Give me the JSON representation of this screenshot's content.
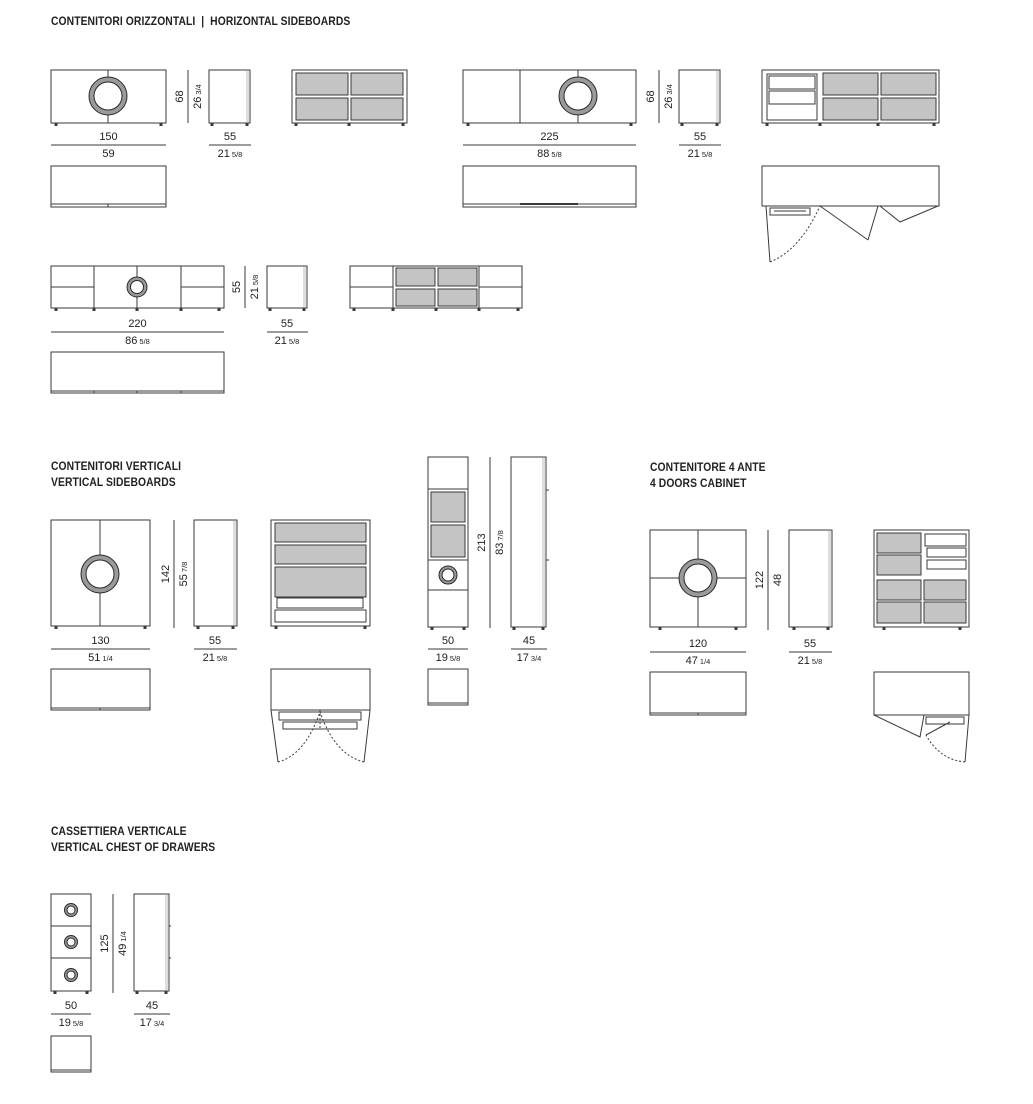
{
  "colors": {
    "line": "#3a3a3a",
    "panel_fill": "#c4c4c4",
    "ring_fill": "#9a9a9a",
    "background": "#ffffff"
  },
  "sections": {
    "horizontal": {
      "title_it": "CONTENITORI ORIZZONTALI",
      "separator": "|",
      "title_en": "HORIZONTAL SIDEBOARDS"
    },
    "vertical": {
      "title_it": "CONTENITORI VERTICALI",
      "title_en": "VERTICAL SIDEBOARDS"
    },
    "four_doors": {
      "title_it": "CONTENITORE 4 ANTE",
      "title_en": "4 DOORS CABINET"
    },
    "chest": {
      "title_it": "CASSETTIERA VERTICALE",
      "title_en": "VERTICAL CHEST OF DRAWERS"
    }
  },
  "dimensions": {
    "h150": {
      "width_cm": "150",
      "width_in": "59",
      "height_cm": "68",
      "height_in": "26 3/4",
      "depth_cm": "55",
      "depth_in": "21 5/8"
    },
    "h225": {
      "width_cm": "225",
      "width_in": "88 5/8",
      "height_cm": "68",
      "height_in": "26 3/4",
      "depth_cm": "55",
      "depth_in": "21 5/8"
    },
    "h220": {
      "width_cm": "220",
      "width_in": "86 5/8",
      "height_cm": "55",
      "height_in": "21 5/8",
      "depth_cm": "55",
      "depth_in": "21 5/8"
    },
    "v130": {
      "width_cm": "130",
      "width_in": "51 1/4",
      "height_cm": "142",
      "height_in": "55 7/8",
      "depth_cm": "55",
      "depth_in": "21 5/8"
    },
    "v50": {
      "width_cm": "50",
      "width_in": "19 5/8",
      "height_cm": "213",
      "height_in": "83 7/8",
      "depth_cm": "45",
      "depth_in": "17 3/4"
    },
    "c120": {
      "width_cm": "120",
      "width_in": "47 1/4",
      "height_cm": "122",
      "height_in": "48",
      "depth_cm": "55",
      "depth_in": "21 5/8"
    },
    "d50": {
      "width_cm": "50",
      "width_in": "19 5/8",
      "height_cm": "125",
      "height_in": "49 1/4",
      "depth_cm": "45",
      "depth_in": "17 3/4"
    }
  }
}
